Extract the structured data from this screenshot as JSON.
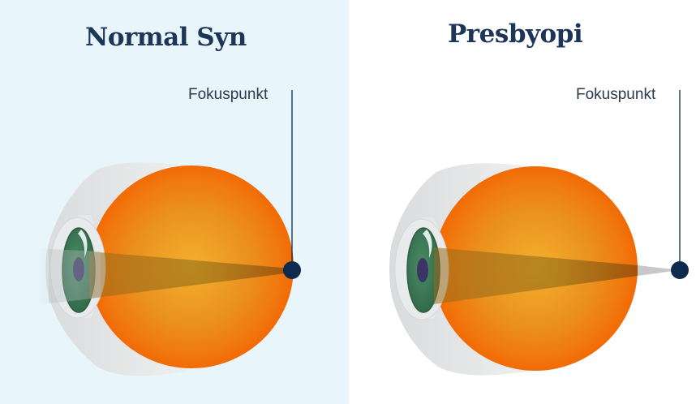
{
  "panels": [
    {
      "title": "Normal Syn",
      "focus_label": "Fokuspunkt",
      "background": "#E8F6FC",
      "focus_on_retina": true
    },
    {
      "title": "Presbyopi",
      "focus_label": "Fokuspunkt",
      "background": "#FFFFFF",
      "focus_on_retina": false
    }
  ],
  "colors": {
    "title": "#1D3557",
    "eyeball_outer": "#F26A05",
    "eyeball_inner": "#F2AE2C",
    "iris": "#3E7A57",
    "pupil": "#3B3566",
    "focus_dot": "#0E2A4E",
    "sclera": "#E2E4E5"
  }
}
